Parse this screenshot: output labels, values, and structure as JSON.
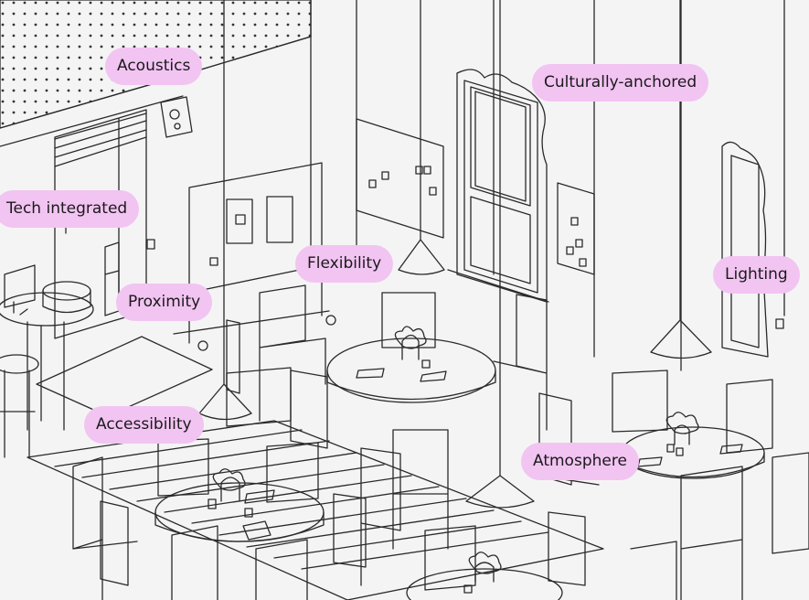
{
  "labels": {
    "acoustics": "Acoustics",
    "culturally_anchored": "Culturally-anchored",
    "tech_integrated": "Tech integrated",
    "flexibility": "Flexibility",
    "lighting": "Lighting",
    "proximity": "Proximity",
    "accessibility": "Accessibility",
    "atmosphere": "Atmosphere"
  },
  "colors": {
    "label_bg": "#f2c4f2",
    "line": "#2a2a2a",
    "background": "#f4f4f4"
  }
}
